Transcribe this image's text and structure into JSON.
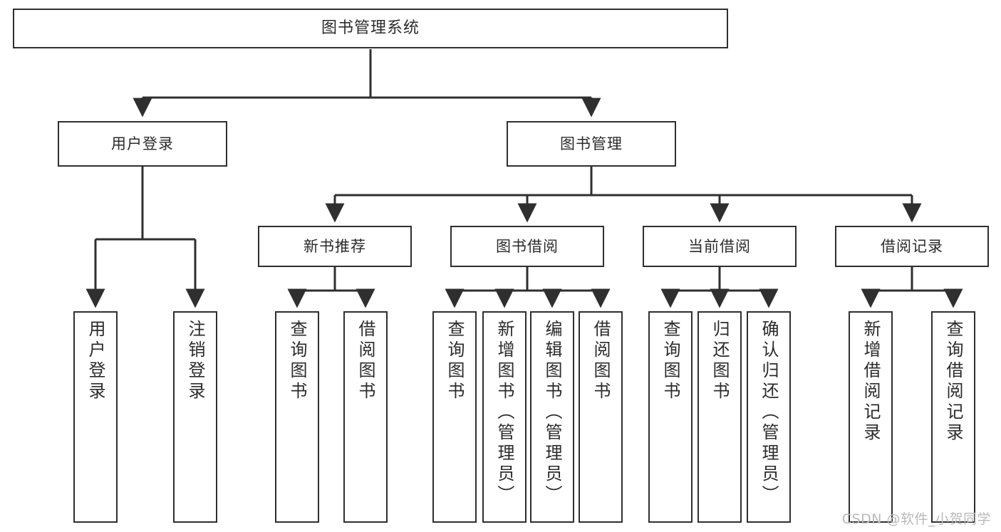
{
  "diagram": {
    "title": "图书管理系统",
    "type": "tree-hierarchy-functional-decomposition",
    "stroke_color": "#2f2f2f",
    "fill_color": "#ffffff",
    "text_color": "#2b2b2b",
    "levels": {
      "root": {
        "label": "图书管理系统"
      },
      "level2": [
        {
          "label": "用户登录"
        },
        {
          "label": "图书管理"
        }
      ],
      "level3": [
        {
          "label": "新书推荐"
        },
        {
          "label": "图书借阅"
        },
        {
          "label": "当前借阅"
        },
        {
          "label": "借阅记录"
        }
      ],
      "leaves": {
        "user_login": [
          {
            "label": "用户登录"
          },
          {
            "label": "注销登录"
          }
        ],
        "new_book_recommend": [
          {
            "label": "查询图书"
          },
          {
            "label": "借阅图书"
          }
        ],
        "book_borrow": [
          {
            "label": "查询图书"
          },
          {
            "label": "新增图书（管理员）"
          },
          {
            "label": "编辑图书（管理员）"
          },
          {
            "label": "借阅图书"
          }
        ],
        "current_borrow": [
          {
            "label": "查询图书"
          },
          {
            "label": "归还图书"
          },
          {
            "label": "确认归还（管理员）"
          }
        ],
        "borrow_record": [
          {
            "label": "新增借阅记录"
          },
          {
            "label": "查询借阅记录"
          }
        ]
      }
    }
  },
  "watermark": {
    "text": "CSDN @软件_小贺同学"
  }
}
